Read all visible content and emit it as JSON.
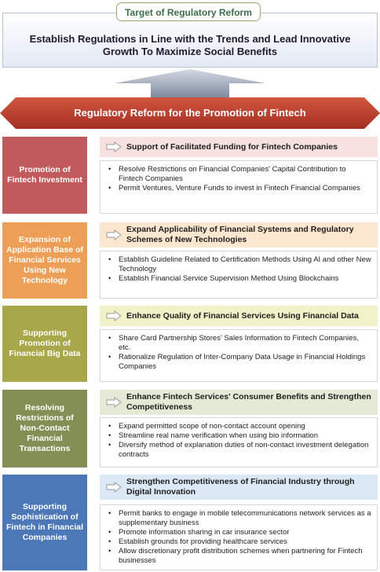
{
  "target": {
    "tag": "Target of Regulatory Reform",
    "text": "Establish Regulations in Line with the Trends and Lead Innovative Growth To Maximize Social Benefits"
  },
  "banner": {
    "title": "Regulatory Reform for the Promotion of Fintech"
  },
  "colors": {
    "row1": "#c15a5c",
    "row1_head": "#f6e0e0",
    "row2": "#ee9f57",
    "row2_head": "#fbe7cf",
    "row3": "#a8a84a",
    "row3_head": "#f2f2c8",
    "row4": "#839055",
    "row4_head": "#e4ead6",
    "row5": "#4c78b8",
    "row5_head": "#dbe8f5",
    "banner": "#b83a2e"
  },
  "rows": [
    {
      "category": "Promotion of Fintech Investment",
      "heading": "Support of Facilitated Funding for Fintech Companies",
      "items": [
        "Resolve Restrictions on Financial Companies' Capital Contribution to Fintech Companies",
        "Permit Ventures, Venture Funds to invest in Fintech Financial Companies"
      ]
    },
    {
      "category": "Expansion of Application Base of Financial Services Using New Technology",
      "heading": "Expand Applicability of Financial Systems and Regulatory Schemes of New Technologies",
      "items": [
        "Establish Guideline Related to Certification Methods Using AI and other New Technology",
        "Establish Financial Service Supervision Method Using Blockchains"
      ]
    },
    {
      "category": "Supporting Promotion of Financial Big Data",
      "heading": "Enhance Quality of Financial Services Using Financial Data",
      "items": [
        "Share Card Partnership Stores' Sales Information to Fintech Companies, etc.",
        "Rationalize Regulation of Inter-Company Data Usage in Financial Holdings Companies"
      ]
    },
    {
      "category": "Resolving Restrictions of Non-Contact Financial Transactions",
      "heading": "Enhance Fintech Services' Consumer Benefits and Strengthen Competitiveness",
      "items": [
        "Expand permitted scope of non-contact account opening",
        "Streamline real name verification when using bio information",
        "Diversify method of explanation duties of non-contact investment delegation contracts"
      ]
    },
    {
      "category": "Supporting Sophistication of Fintech in Financial Companies",
      "heading": "Strengthen Competitiveness of Financial Industry through Digital Innovation",
      "items": [
        "Permit banks to engage in mobile telecommunications network services as a supplementary business",
        "Promote information sharing in car insurance sector",
        "Establish grounds for providing healthcare services",
        "Allow discretionary profit distribution schemes when partnering for Fintech businesses"
      ]
    }
  ]
}
